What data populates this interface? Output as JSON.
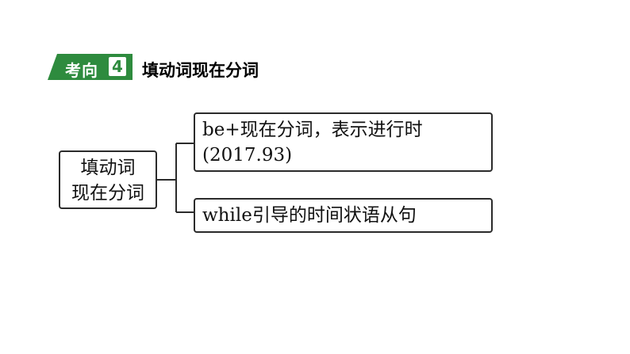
{
  "header": {
    "tag_label": "考向",
    "tag_number": "4",
    "title": "填动词现在分词",
    "tag_color": "#2e8b3e"
  },
  "diagram": {
    "root": {
      "line1": "填动词",
      "line2": "现在分词"
    },
    "branches": [
      {
        "line1": "be+现在分词，表示进行时",
        "line2": "(2017.93)"
      },
      {
        "line1": "while引导的时间状语从句"
      }
    ]
  }
}
